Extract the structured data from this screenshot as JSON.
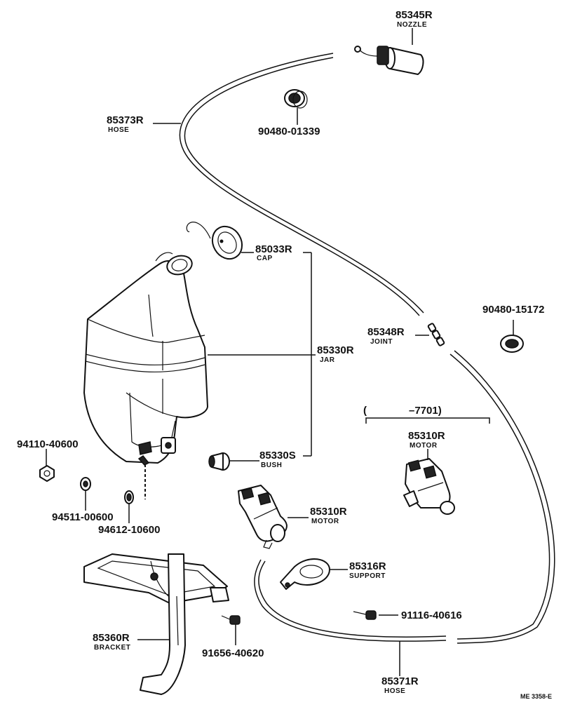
{
  "parts": {
    "nozzle": {
      "number": "85345R",
      "name": "NOZZLE"
    },
    "hose_upper": {
      "number": "85373R",
      "name": "HOSE"
    },
    "grommet_upper": {
      "number": "90480-01339"
    },
    "cap": {
      "number": "85033R",
      "name": "CAP"
    },
    "jar": {
      "number": "85330R",
      "name": "JAR"
    },
    "bush": {
      "number": "85330S",
      "name": "BUSH"
    },
    "joint": {
      "number": "85348R",
      "name": "JOINT"
    },
    "grommet_right": {
      "number": "90480-15172"
    },
    "motor_upper": {
      "number": "85310R",
      "name": "MOTOR"
    },
    "motor_lower": {
      "number": "85310R",
      "name": "MOTOR"
    },
    "nut": {
      "number": "94110-40600"
    },
    "washer_1": {
      "number": "94511-00600"
    },
    "washer_2": {
      "number": "94612-10600"
    },
    "support": {
      "number": "85316R",
      "name": "SUPPORT"
    },
    "screw": {
      "number": "91116-40616"
    },
    "bracket": {
      "number": "85360R",
      "name": "BRACKET"
    },
    "bolt": {
      "number": "91656-40620"
    },
    "hose_lower": {
      "number": "85371R",
      "name": "HOSE"
    }
  },
  "date_range": "(    –7701)",
  "reference": "ME 3358-E"
}
